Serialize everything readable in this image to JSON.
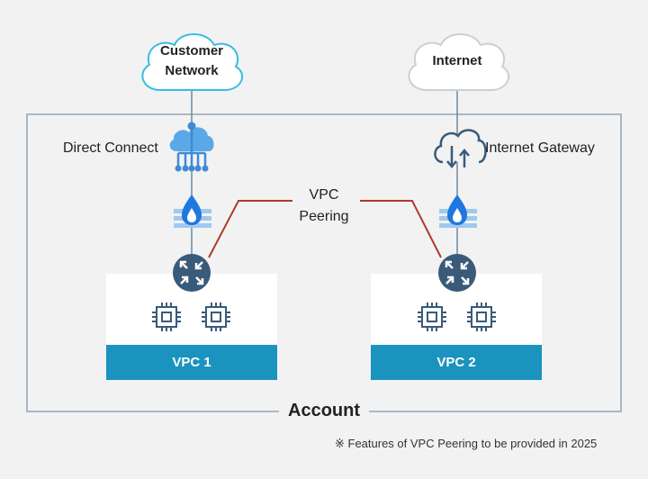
{
  "customer_network": "Customer\nNetwork",
  "internet": "Internet",
  "direct_connect": "Direct Connect",
  "internet_gateway": "Internet Gateway",
  "vpc_peering": "VPC\nPeering",
  "vpc1": "VPC 1",
  "vpc2": "VPC 2",
  "account": "Account",
  "footnote": "※ Features of VPC Peering to be provided in 2025",
  "colors": {
    "accent": "#1a93bf",
    "cloud_stroke": "#38bde1",
    "icon_blue": "#3f8ad6",
    "router": "#3a5a7a",
    "peering_line": "#b03a2e",
    "border": "#a9b8c6"
  }
}
